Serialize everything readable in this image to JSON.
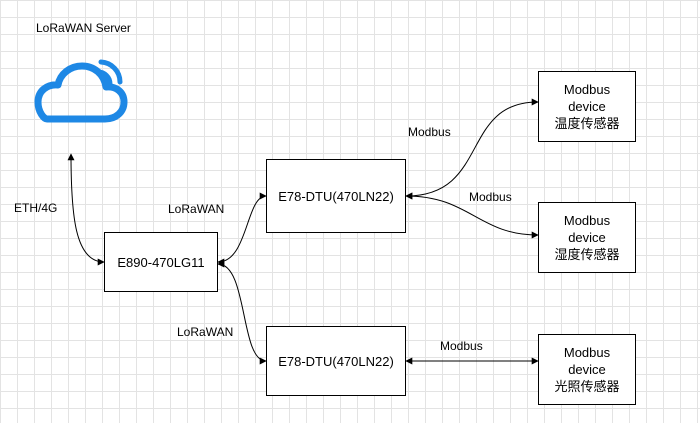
{
  "server": {
    "title": "LoRaWAN Server",
    "icon": "cloud-wireless-icon",
    "color": "#1e88e5"
  },
  "gateway": {
    "label": "E890-470LG11"
  },
  "dtu_top": {
    "label": "E78-DTU(470LN22)"
  },
  "dtu_bottom": {
    "label": "E78-DTU(470LN22)"
  },
  "devices": [
    {
      "line1": "Modbus",
      "line2": "device",
      "line3": "温度传感器"
    },
    {
      "line1": "Modbus",
      "line2": "device",
      "line3": "湿度传感器"
    },
    {
      "line1": "Modbus",
      "line2": "device",
      "line3": "光照传感器"
    }
  ],
  "link_labels": {
    "eth": "ETH/4G",
    "lorawan_top": "LoRaWAN",
    "lorawan_bottom": "LoRaWAN",
    "modbus_1": "Modbus",
    "modbus_2": "Modbus",
    "modbus_3": "Modbus"
  }
}
